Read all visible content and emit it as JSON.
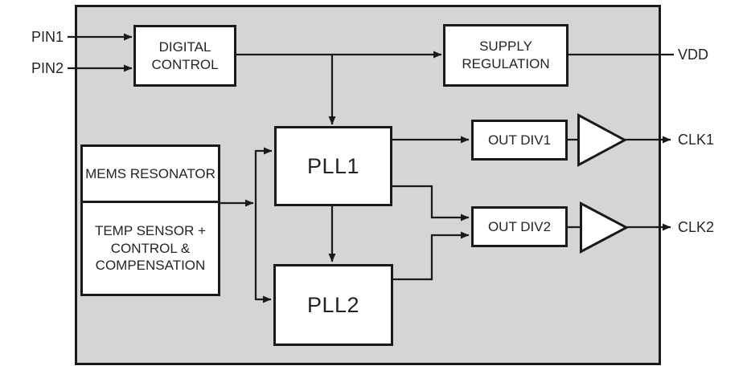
{
  "diagram": {
    "type": "chip-block-diagram",
    "description": "MEMS oscillator clock generator block diagram"
  },
  "pins": {
    "pin1": "PIN1",
    "pin2": "PIN2",
    "vdd": "VDD",
    "clk1": "CLK1",
    "clk2": "CLK2"
  },
  "blocks": {
    "digital_control": "DIGITAL CONTROL",
    "supply_regulation": "SUPPLY REGULATION",
    "mems_resonator": "MEMS RESONATOR",
    "temp_comp": "TEMP SENSOR + CONTROL & COMPENSATION",
    "pll1": "PLL1",
    "pll2": "PLL2",
    "out_div1": "OUT DIV1",
    "out_div2": "OUT DIV2"
  },
  "icons": {
    "clk1_buffer": "output-buffer-triangle",
    "clk2_buffer": "output-buffer-triangle"
  },
  "connections": [
    {
      "from": "PIN1",
      "to": "DIGITAL CONTROL",
      "arrow": true
    },
    {
      "from": "PIN2",
      "to": "DIGITAL CONTROL",
      "arrow": true
    },
    {
      "from": "DIGITAL CONTROL",
      "to": "SUPPLY REGULATION",
      "arrow": true
    },
    {
      "from": "DIGITAL CONTROL",
      "to": "PLL1",
      "arrow": true
    },
    {
      "from": "SUPPLY REGULATION",
      "to": "VDD",
      "arrow": false
    },
    {
      "from": "MEMS RESONATOR / TEMP SENSOR",
      "to": "PLL1",
      "arrow": true
    },
    {
      "from": "MEMS RESONATOR / TEMP SENSOR",
      "to": "PLL2",
      "arrow": true
    },
    {
      "from": "PLL1",
      "to": "PLL2",
      "arrow": true
    },
    {
      "from": "PLL1",
      "to": "OUT DIV1",
      "arrow": true
    },
    {
      "from": "PLL1",
      "to": "OUT DIV2",
      "arrow": true
    },
    {
      "from": "PLL2",
      "to": "OUT DIV2",
      "arrow": true
    },
    {
      "from": "OUT DIV1",
      "to": "CLK1 buffer",
      "arrow": false
    },
    {
      "from": "OUT DIV2",
      "to": "CLK2 buffer",
      "arrow": false
    },
    {
      "from": "CLK1 buffer",
      "to": "CLK1",
      "arrow": true
    },
    {
      "from": "CLK2 buffer",
      "to": "CLK2",
      "arrow": true
    }
  ],
  "colors": {
    "chip_fill": "#d5d5d5",
    "line": "#1a1a1a",
    "block_fill": "#ffffff",
    "text": "#242424"
  }
}
